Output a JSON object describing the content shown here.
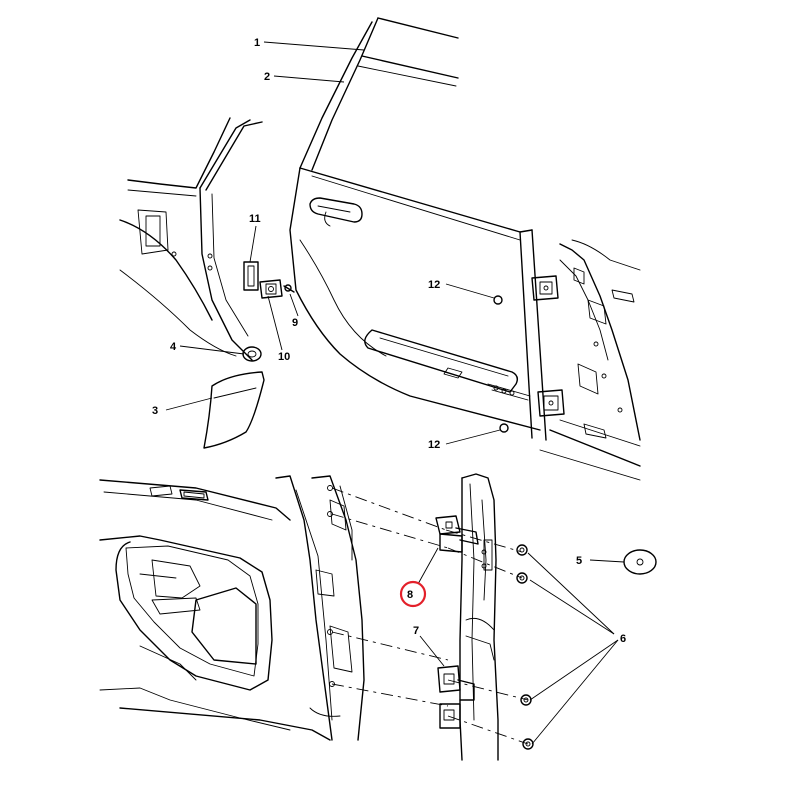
{
  "callouts": [
    {
      "id": "c1",
      "label": "1"
    },
    {
      "id": "c2",
      "label": "2"
    },
    {
      "id": "c3",
      "label": "3"
    },
    {
      "id": "c4",
      "label": "4"
    },
    {
      "id": "c5",
      "label": "5"
    },
    {
      "id": "c6",
      "label": "6"
    },
    {
      "id": "c7",
      "label": "7"
    },
    {
      "id": "c8",
      "label": "8"
    },
    {
      "id": "c9",
      "label": "9"
    },
    {
      "id": "c10",
      "label": "10"
    },
    {
      "id": "c11",
      "label": "11"
    },
    {
      "id": "c12a",
      "label": "12"
    },
    {
      "id": "c12b",
      "label": "12"
    }
  ],
  "highlight": {
    "callout": "8",
    "color": "#e3202a"
  }
}
